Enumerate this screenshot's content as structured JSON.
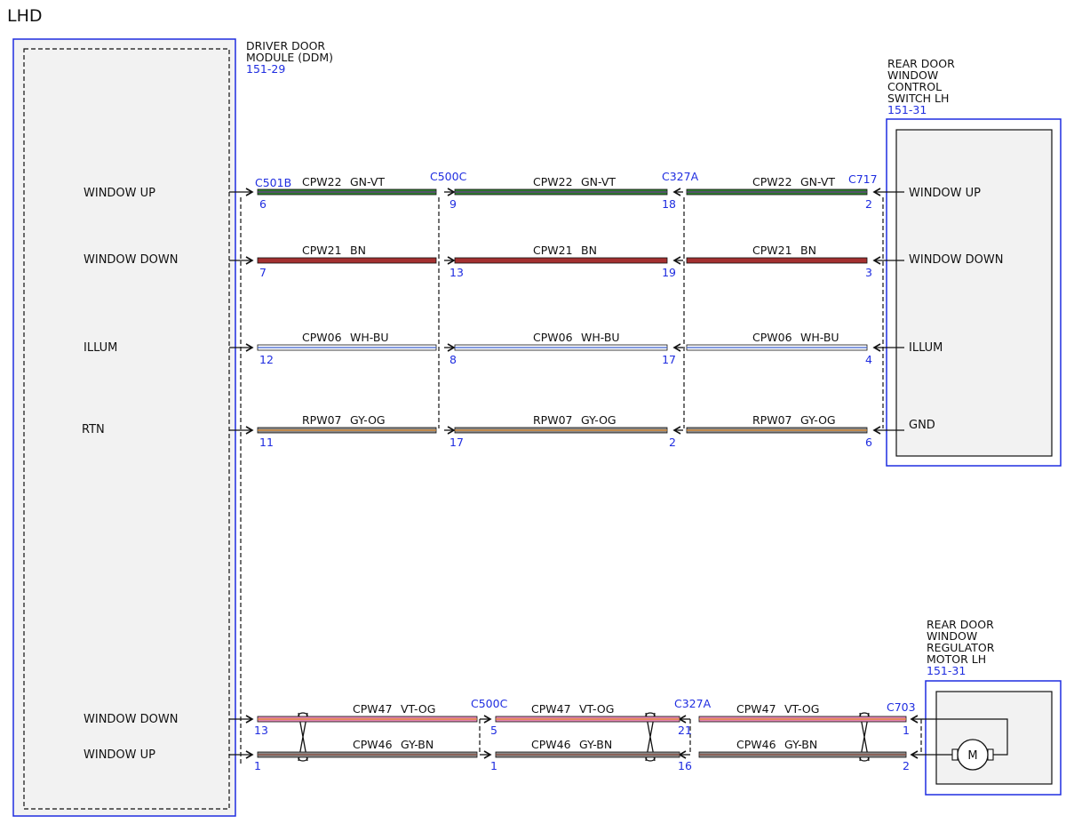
{
  "title": "LHD",
  "colors": {
    "component_border": "#1f2de0",
    "label_blue": "#1f2de0",
    "module_fill": "#f2f2f2",
    "GN-VT": [
      "#2e7d2e",
      "#6a3a8a"
    ],
    "BN": [
      "#a33030",
      "#a33030"
    ],
    "WH-BU": [
      "#ffffff",
      "#3a5fcd"
    ],
    "GY-OG": [
      "#8a8a8a",
      "#e08a2a"
    ],
    "VT-OG": [
      "#e486b4",
      "#e08a2a"
    ],
    "GY-BN": [
      "#8a8a8a",
      "#8b4a3a"
    ]
  },
  "ddm": {
    "name_line1": "DRIVER DOOR",
    "name_line2": "MODULE (DDM)",
    "ref": "151-29",
    "signals": [
      "WINDOW UP",
      "WINDOW DOWN",
      "ILLUM",
      "RTN",
      "WINDOW DOWN",
      "WINDOW UP"
    ]
  },
  "switch": {
    "name_line1": "REAR DOOR",
    "name_line2": "WINDOW",
    "name_line3": "CONTROL",
    "name_line4": "SWITCH LH",
    "ref": "151-31",
    "signals": [
      "WINDOW UP",
      "WINDOW DOWN",
      "ILLUM",
      "GND"
    ]
  },
  "motor": {
    "name_line1": "REAR DOOR",
    "name_line2": "WINDOW",
    "name_line3": "REGULATOR",
    "name_line4": "MOTOR LH",
    "ref": "151-31",
    "symbol": "M"
  },
  "connectors": {
    "top": [
      "C501B",
      "C500C",
      "C327A",
      "C717"
    ],
    "bottom": [
      "C500C",
      "C327A",
      "C703"
    ]
  },
  "top_circuits": [
    {
      "circuit": "CPW22",
      "color": "GN-VT",
      "pins": [
        "6",
        "9",
        "18",
        "2"
      ]
    },
    {
      "circuit": "CPW21",
      "color": "BN",
      "pins": [
        "7",
        "13",
        "19",
        "3"
      ]
    },
    {
      "circuit": "CPW06",
      "color": "WH-BU",
      "pins": [
        "12",
        "8",
        "17",
        "4"
      ]
    },
    {
      "circuit": "RPW07",
      "color": "GY-OG",
      "pins": [
        "11",
        "17",
        "2",
        "6"
      ]
    }
  ],
  "bottom_circuits": [
    {
      "circuit": "CPW47",
      "color": "VT-OG",
      "pins": [
        "13",
        "5",
        "21",
        "1"
      ]
    },
    {
      "circuit": "CPW46",
      "color": "GY-BN",
      "pins": [
        "1",
        "1",
        "16",
        "2"
      ]
    }
  ]
}
